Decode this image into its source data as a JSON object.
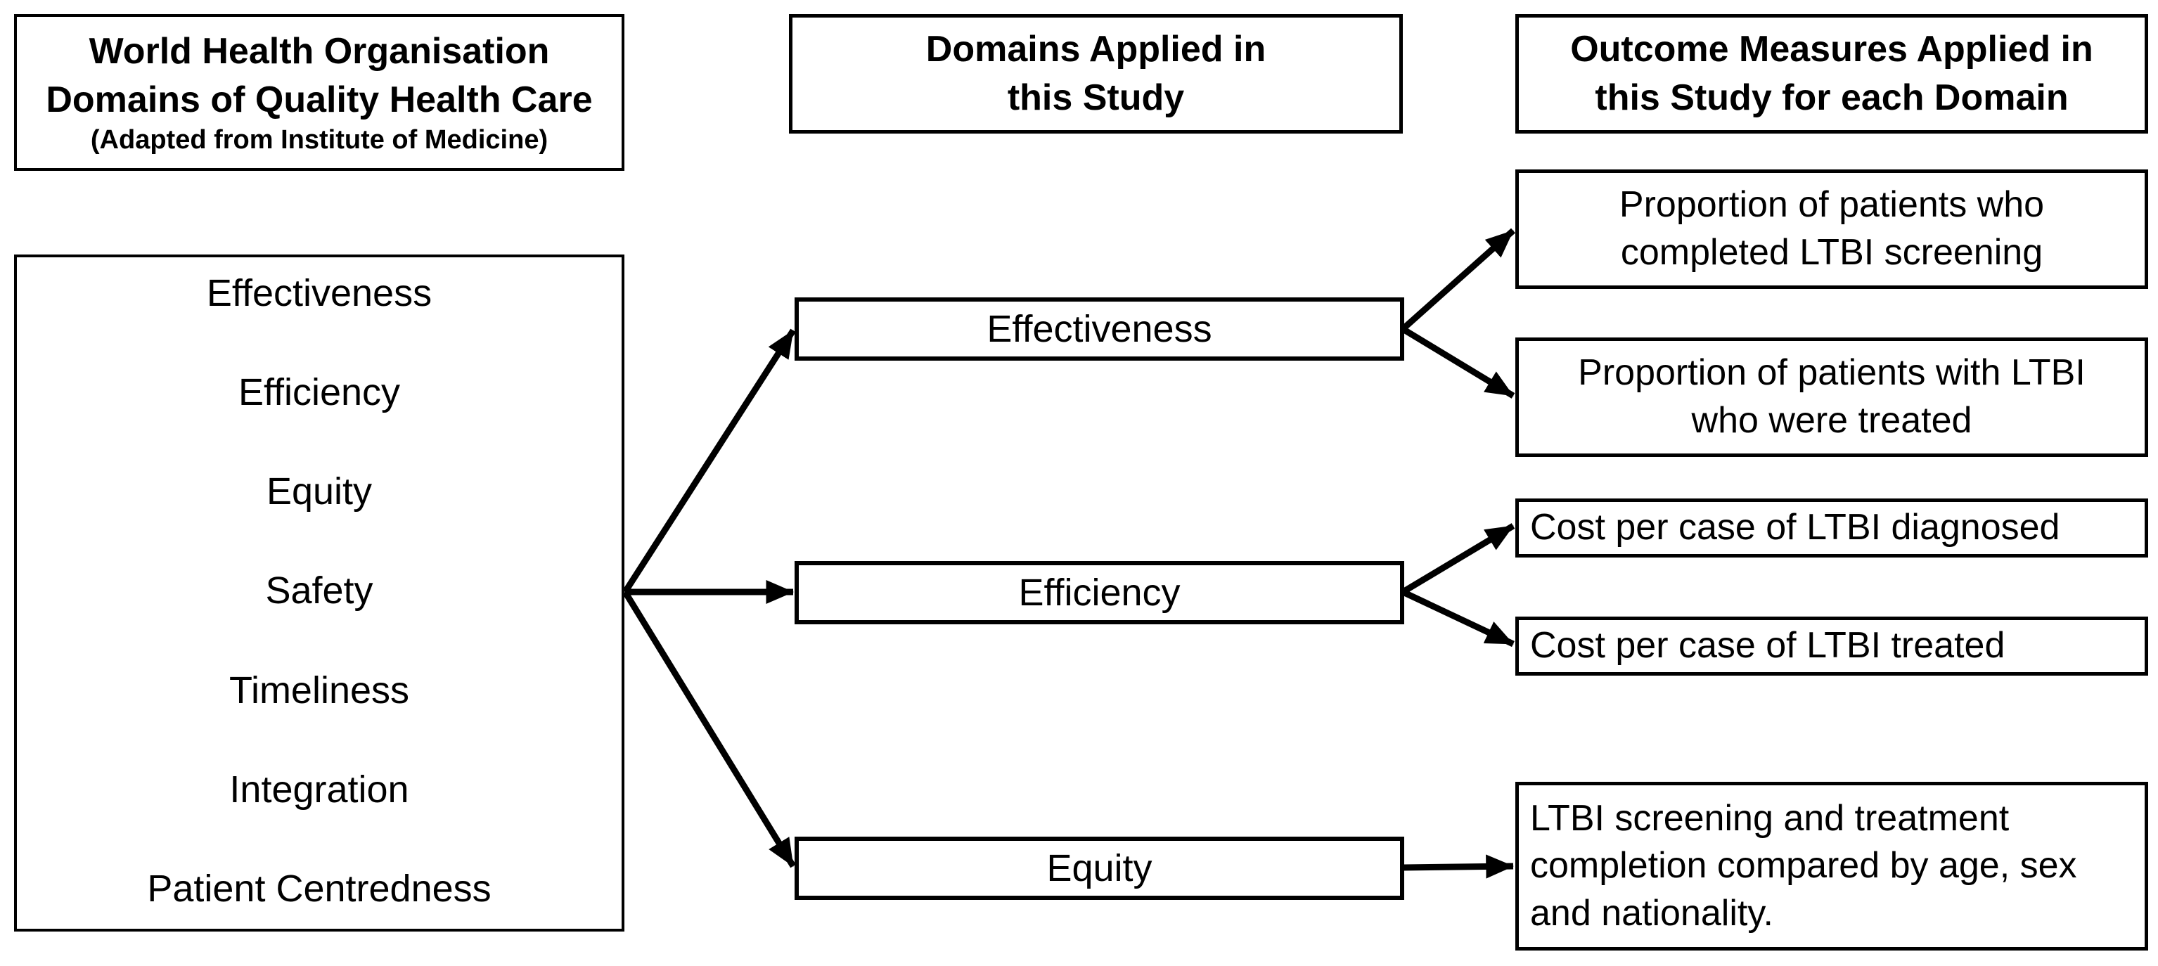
{
  "colors": {
    "ink": "#000000",
    "background": "#ffffff"
  },
  "left_column": {
    "header": {
      "lines": [
        "World Health Organisation",
        "Domains of Quality Health Care"
      ],
      "subtitle": "(Adapted from Institute of Medicine)"
    },
    "domains": [
      "Effectiveness",
      "Efficiency",
      "Equity",
      "Safety",
      "Timeliness",
      "Integration",
      "Patient Centredness"
    ]
  },
  "middle_column": {
    "header": {
      "lines": [
        "Domains Applied in",
        "this Study"
      ]
    },
    "domains": [
      "Effectiveness",
      "Efficiency",
      "Equity"
    ]
  },
  "right_column": {
    "header": {
      "lines": [
        "Outcome Measures Applied in",
        "this Study for each Domain"
      ]
    },
    "outcomes": [
      {
        "lines": [
          "Proportion of patients who",
          "completed LTBI screening"
        ]
      },
      {
        "lines": [
          "Proportion of patients with LTBI",
          "who were treated"
        ]
      },
      {
        "lines": [
          "Cost per case of LTBI diagnosed"
        ]
      },
      {
        "lines": [
          "Cost per case of LTBI treated"
        ]
      },
      {
        "lines": [
          "LTBI screening and treatment",
          "completion compared by age, sex",
          "and nationality."
        ]
      }
    ]
  }
}
